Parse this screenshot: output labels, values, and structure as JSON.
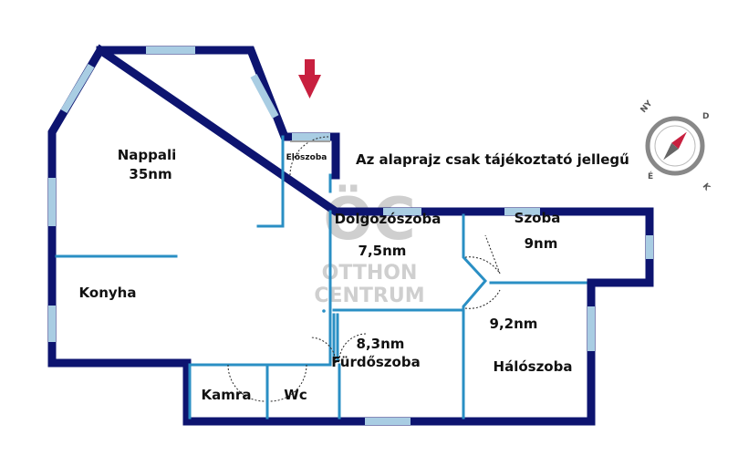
{
  "note": "Az alaprajz csak tájékoztató jellegű",
  "rooms": {
    "nappali": {
      "name": "Nappali",
      "area": "35nm"
    },
    "eloszoba": {
      "name": "Előszoba"
    },
    "konyha": {
      "name": "Konyha"
    },
    "dolgozoszoba": {
      "name": "Dolgozószoba",
      "area": "7,5nm"
    },
    "szoba": {
      "name": "Szoba",
      "area": "9nm"
    },
    "furdoszoba": {
      "name": "Fürdőszoba",
      "area": "8,3nm"
    },
    "haloszoba": {
      "name": "Hálószoba",
      "area": "9,2nm"
    },
    "kamra": {
      "name": "Kamra"
    },
    "wc": {
      "name": "Wc"
    }
  },
  "watermark": {
    "line1": "OTTHON",
    "line2": "CENTRUM",
    "logo": "ÖC"
  },
  "compass": {
    "n": "É",
    "s": "D",
    "e": "K",
    "w": "NY"
  },
  "colors": {
    "outer_wall": "#0d1470",
    "inner_wall": "#2a8fc4",
    "window": "#a9cde3",
    "entry_arrow": "#c8203f"
  }
}
